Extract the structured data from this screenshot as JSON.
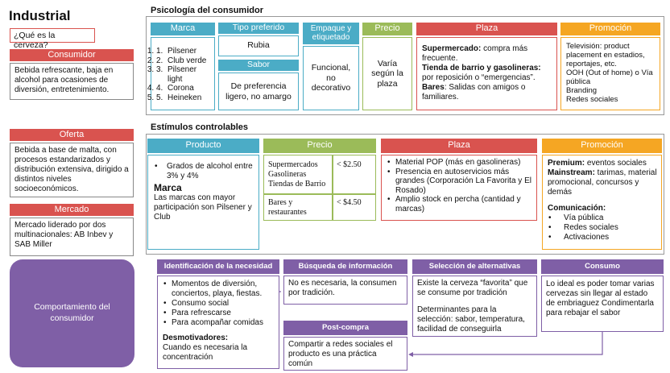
{
  "title": "Industrial",
  "question": "¿Qué es la cerveza?",
  "left": {
    "consumidor_label": "Consumidor",
    "consumidor_text": "Bebida refrescante, baja en alcohol para ocasiones de diversión, entretenimiento.",
    "oferta_label": "Oferta",
    "oferta_text": "Bebida a base de malta, con procesos estandarizados y distribución extensiva, dirigido a distintos niveles socioeconómicos.",
    "mercado_label": "Mercado",
    "mercado_text": "Mercado liderado por dos multinacionales: AB Inbev y SAB Miller",
    "comportamiento_label": "Comportamiento del consumidor"
  },
  "psicologia": {
    "section_title": "Psicología del consumidor",
    "marca_label": "Marca",
    "marca_items": [
      "Pilsener",
      "Club verde",
      "Pilsener light",
      "Corona",
      "Heineken"
    ],
    "tipo_label": "Tipo preferido",
    "tipo_value": "Rubia",
    "sabor_label": "Sabor",
    "sabor_value": "De preferencia ligero, no amargo",
    "empaque_label": "Empaque y etiquetado",
    "empaque_value": "Funcional, no decorativo",
    "precio_label": "Precio",
    "precio_value": "Varía según la plaza",
    "plaza_label": "Plaza",
    "plaza_p1_bold": "Supermercado:",
    "plaza_p1_text": " compra más frecuente.",
    "plaza_p2_bold": "Tienda de barrio y gasolineras:",
    "plaza_p2_text": " por reposición o “emergencias”.",
    "plaza_p3_bold": "Bares",
    "plaza_p3_text": ": Salidas con amigos o familiares.",
    "promo_label": "Promoción",
    "promo_lines": [
      "Televisión: product placement en estadios, reportajes, etc.",
      "OOH (Out of home) o Vía pública",
      "Branding",
      "Redes sociales"
    ]
  },
  "estimulos": {
    "section_title": "Estímulos controlables",
    "producto_label": "Producto",
    "producto_bullet": "Grados de alcohol entre 3% y 4%",
    "producto_marca_title": "Marca",
    "producto_marca_text": "Las marcas con mayor participación son Pilsener y Club",
    "precio_label": "Precio",
    "precio_row1_left": "Supermercados Gasolineras Tiendas de Barrio",
    "precio_row1_right": "< $2.50",
    "precio_row2_left": "Bares y restaurantes",
    "precio_row2_right": "<  $4.50",
    "plaza_label": "Plaza",
    "plaza_items": [
      "Material POP (más en gasolineras)",
      "Presencia en autoservicios más grandes (Corporación La Favorita y El Rosado)",
      "Amplio stock en percha (cantidad y marcas)"
    ],
    "promo_label": "Promoción",
    "promo_premium_bold": "Premium:",
    "promo_premium_text": " eventos sociales",
    "promo_mainstream_bold": "Mainstream:",
    "promo_mainstream_text": " tarimas, material promocional, concursos y demás",
    "promo_com_title": "Comunicación:",
    "promo_com_items": [
      "Vía pública",
      "Redes sociales",
      "Activaciones"
    ]
  },
  "proceso": {
    "identificacion_label": "Identificación de la necesidad",
    "identificacion_items": [
      "Momentos de diversión, conciertos, playa, fiestas.",
      "Consumo social",
      "Para refrescarse",
      "Para acompañar comidas"
    ],
    "desmotivadores_title": "Desmotivadores:",
    "desmotivadores_text": "Cuando es necesaria la concentración",
    "busqueda_label": "Búsqueda de información",
    "busqueda_text": "No es necesaria, la consumen por tradición.",
    "seleccion_label": "Selección de alternativas",
    "seleccion_text1": "Existe la cerveza “favorita” que se consume por tradición",
    "seleccion_text2": "Determinantes para la selección: sabor, temperatura, facilidad de conseguirla",
    "consumo_label": "Consumo",
    "consumo_text": "Lo ideal es poder tomar varias cervezas sin llegar al estado de embriaguez Condimentarla para rebajar el sabor",
    "postcompra_label": "Post-compra",
    "postcompra_text": "Compartir a redes sociales el producto es una práctica común"
  },
  "colors": {
    "teal": "#4bacc6",
    "green": "#9bbb59",
    "red": "#d9534f",
    "orange": "#f5a623",
    "purple": "#7f5fa6"
  }
}
